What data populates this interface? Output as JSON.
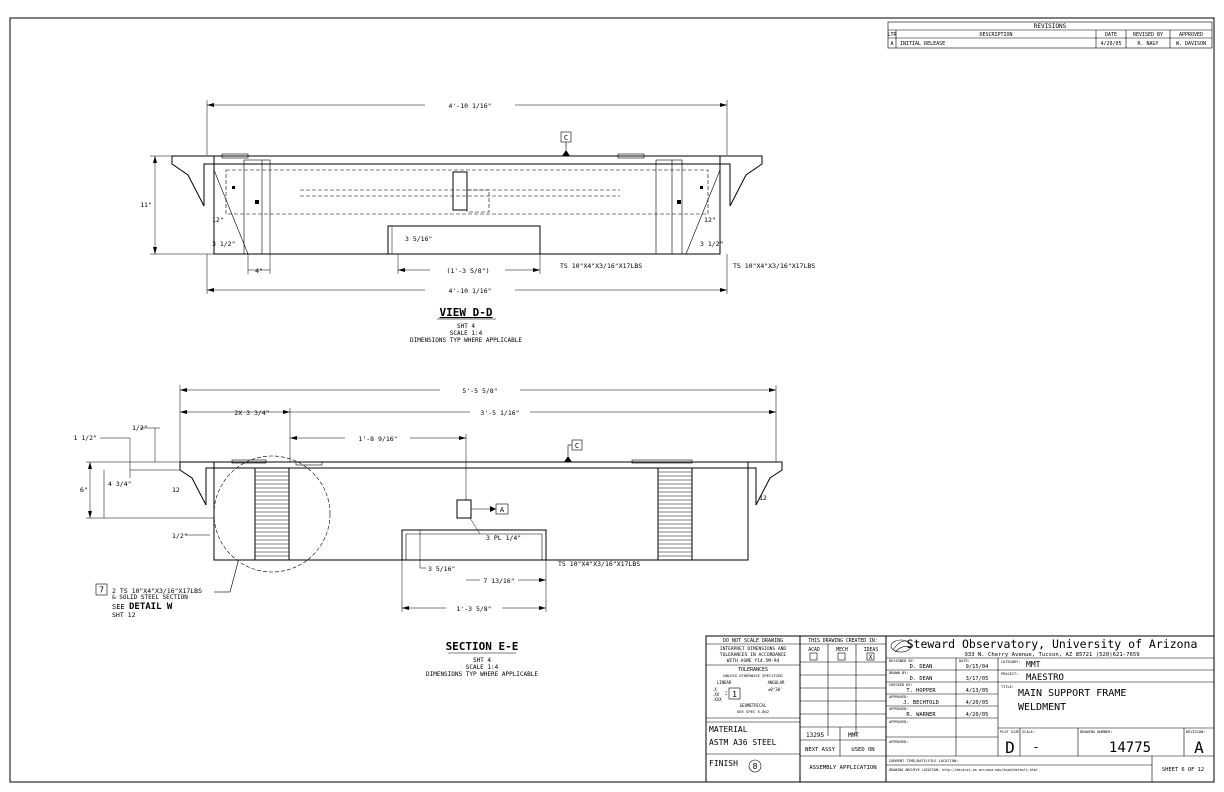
{
  "revisions": {
    "title": "REVISIONS",
    "headers": [
      "LTR",
      "DESCRIPTION",
      "DATE",
      "REVISED BY",
      "APPROVED"
    ],
    "rows": [
      [
        "A",
        "INITIAL RELEASE",
        "4/20/05",
        "R. NAGY",
        "W. DAVISON"
      ]
    ]
  },
  "view_dd": {
    "title": "VIEW D-D",
    "sheet": "SHT 4",
    "scale": "SCALE 1:4",
    "note": "DIMENSIONS TYP WHERE APPLICABLE",
    "dims": {
      "top_width": "4'-10 1/16\"",
      "bottom_width": "4'-10 1/16\"",
      "height": "11\"",
      "left_12": "12\"",
      "left_3_5": "3 1/2\"",
      "right_12": "12\"",
      "right_3_5": "3 1/2\"",
      "four": "4\"",
      "notch_depth": "3 5/16\"",
      "notch_width": "(1'-3 5/8\")",
      "tube_mid": "TS 10\"X4\"X3/16\"X17LBS",
      "tube_right": "TS 10\"X4\"X3/16\"X17LBS"
    },
    "datum": "C"
  },
  "section_ee": {
    "title": "SECTION E-E",
    "sheet": "SHT 4",
    "scale": "SCALE 1:4",
    "note": "DIMENSIONS TYP WHERE APPLICABLE",
    "dims": {
      "overall": "5'-5 5/8\"",
      "two_x": "2X 3 3/4\"",
      "right_span": "3'-5 1/16\"",
      "mid_span": "1'-8 9/16\"",
      "half_top": "1/2\"",
      "one_half": "1 1/2\"",
      "six": "6\"",
      "four_3_4": "4 3/4\"",
      "twelve_l": "12",
      "twelve_r": "12",
      "half_bottom": "1/2\"",
      "pl": "3 PL 1/4\"",
      "notch_depth": "3 5/16\"",
      "seven": "7 13/16\"",
      "notch_width": "1'-3 5/8\"",
      "tube": "TS 10\"X4\"X3/16\"X17LBS"
    },
    "datum_c": "C",
    "datum_a": "A",
    "callout": {
      "number": "7",
      "line1": "2 TS 10\"X4\"X3/16\"X17LBS",
      "line2": "& SOLID STEEL SECTION",
      "see": "SEE",
      "detail": "DETAIL W",
      "sheet": "SHT 12"
    }
  },
  "title_block": {
    "do_not_scale": "DO NOT SCALE DRAWING",
    "interpret": [
      "INTERPRET DIMENSIONS AND",
      "TOLERANCES IN ACCORDANCE",
      "WITH ASME Y14.5M-94"
    ],
    "tolerances": "TOLERANCES",
    "unless": "UNLESS OTHERWISE SPECIFIED",
    "linear": "LINEAR",
    "angular": "ANGULAR",
    "angular_val": "±0°30'",
    "tol_rows": [
      ".X",
      ".XX",
      ".XXX"
    ],
    "tol_num": "1",
    "geometrical": "GEOMETRICAL",
    "std": "SEE SPEC 5-002",
    "material_label": "MATERIAL",
    "material": "ASTM A36 STEEL",
    "finish_label": "FINISH",
    "finish_num": "8",
    "created_in": "THIS DRAWING CREATED IN:",
    "cad": [
      "ACAD",
      "MECH",
      "IDEAS"
    ],
    "ideas_mark": "X",
    "next_assy_num": "13295",
    "next_assy_val": "MMT",
    "next_assy": "NEXT ASSY",
    "used_on": "USED ON",
    "application": "ASSEMBLY APPLICATION",
    "org": "Steward Observatory, University of Arizona",
    "address": "933 N. Cherry Avenue, Tucson, AZ  85721   (520)621-7659",
    "people": [
      {
        "role": "DESIGNED BY:",
        "name": "D. DEAN",
        "date_label": "DATE:",
        "date": "9/15/04"
      },
      {
        "role": "DRAWN BY:",
        "name": "D. DEAN",
        "date": "3/17/05"
      },
      {
        "role": "CHECKED BY:",
        "name": "T. HOPPER",
        "date": "4/13/05"
      },
      {
        "role": "APPROVED:",
        "name": "J. BECHTOLD",
        "date": "4/20/05"
      },
      {
        "role": "APPROVED:",
        "name": "R. WARNER",
        "date": "4/20/05"
      },
      {
        "role": "APPROVED:",
        "name": "",
        "date": ""
      },
      {
        "role": "APPROVED:",
        "name": "",
        "date": ""
      }
    ],
    "category_label": "CATEGORY:",
    "category": "MMT",
    "project_label": "PROJECT:",
    "project": "MAESTRO",
    "title_label": "TITLE:",
    "title_line1": "MAIN SUPPORT FRAME",
    "title_line2": "WELDMENT",
    "plot_size_label": "PLOT SIZE",
    "plot_size": "D",
    "scale_label": "SCALE:",
    "scale": "-",
    "drawing_number_label": "DRAWING NUMBER:",
    "drawing_number": "14775",
    "revision_label": "REVISION:",
    "revision": "A",
    "current_loc": "CURRENT TIME/DATE/FILE LOCATION:",
    "archive": "DRAWING ARCHIVE LOCATION: http://devinci.as.arizona.edu/dcad/default.html",
    "sheet": "SHEET 6 OF 12"
  }
}
